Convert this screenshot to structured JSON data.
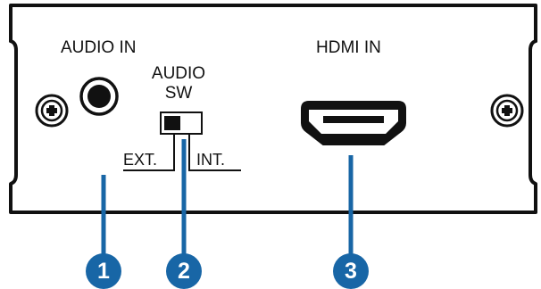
{
  "panel": {
    "audio_in_label": "AUDIO IN",
    "audio_sw_line1": "AUDIO",
    "audio_sw_line2": "SW",
    "ext_label": "EXT.",
    "int_label": "INT.",
    "hdmi_in_label": "HDMI IN"
  },
  "callouts": [
    {
      "number": "1"
    },
    {
      "number": "2"
    },
    {
      "number": "3"
    }
  ],
  "colors": {
    "callout_fill": "#1866a6",
    "outline": "#111111"
  }
}
